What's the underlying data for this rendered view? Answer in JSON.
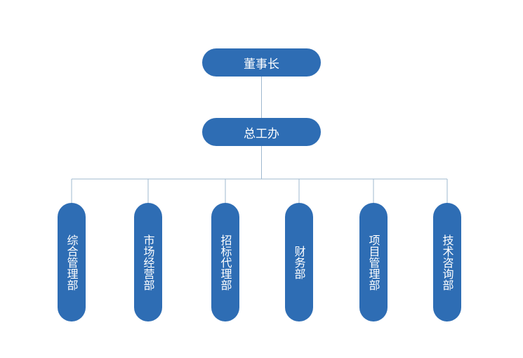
{
  "org_chart": {
    "top": {
      "label": "董事长"
    },
    "second": {
      "label": "总工办"
    },
    "departments": [
      {
        "label": "综合管理部"
      },
      {
        "label": "市场经营部"
      },
      {
        "label": "招标代理部"
      },
      {
        "label": "财务部"
      },
      {
        "label": "项目管理部"
      },
      {
        "label": "技术咨询部"
      }
    ]
  },
  "colors": {
    "node_fill": "#2e6db4",
    "connector": "#9fb8cf",
    "text": "#ffffff"
  }
}
